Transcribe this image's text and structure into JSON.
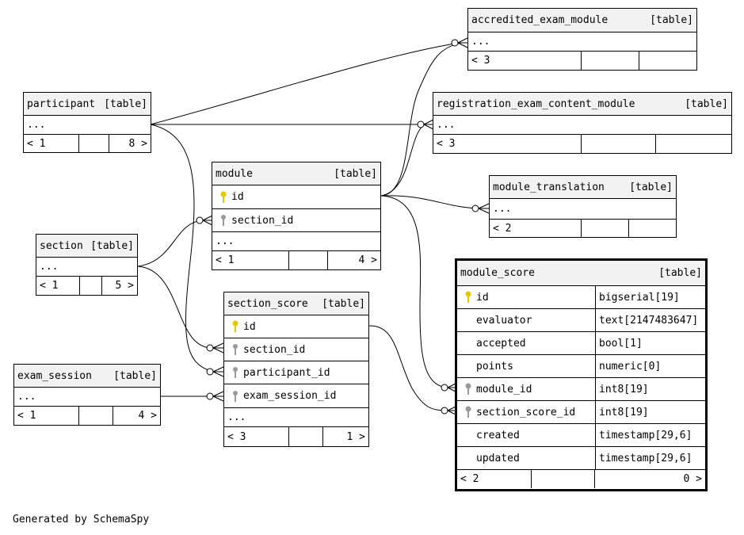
{
  "tables": {
    "accredited_exam_module": {
      "name": "accredited_exam_module",
      "tag": "[table]",
      "rows": [
        "..."
      ],
      "foot": [
        "< 3",
        "",
        ""
      ]
    },
    "participant": {
      "name": "participant",
      "tag": "[table]",
      "rows": [
        "..."
      ],
      "foot": [
        "< 1",
        "",
        "8 >"
      ]
    },
    "registration_exam_content_module": {
      "name": "registration_exam_content_module",
      "tag": "[table]",
      "rows": [
        "..."
      ],
      "foot": [
        "< 3",
        "",
        ""
      ]
    },
    "module": {
      "name": "module",
      "tag": "[table]",
      "cols": [
        "id",
        "section_id"
      ],
      "rows": [
        "..."
      ],
      "foot": [
        "< 1",
        "",
        "4 >"
      ]
    },
    "module_translation": {
      "name": "module_translation",
      "tag": "[table]",
      "rows": [
        "..."
      ],
      "foot": [
        "< 2",
        "",
        ""
      ]
    },
    "section": {
      "name": "section",
      "tag": "[table]",
      "rows": [
        "..."
      ],
      "foot": [
        "< 1",
        "",
        "5 >"
      ]
    },
    "section_score": {
      "name": "section_score",
      "tag": "[table]",
      "cols": [
        "id",
        "section_id",
        "participant_id",
        "exam_session_id"
      ],
      "rows": [
        "..."
      ],
      "foot": [
        "< 3",
        "",
        "1 >"
      ]
    },
    "exam_session": {
      "name": "exam_session",
      "tag": "[table]",
      "rows": [
        "..."
      ],
      "foot": [
        "< 1",
        "",
        "4 >"
      ]
    },
    "module_score": {
      "name": "module_score",
      "tag": "[table]",
      "cols": [
        {
          "name": "id",
          "type": "bigserial[19]"
        },
        {
          "name": "evaluator",
          "type": "text[2147483647]"
        },
        {
          "name": "accepted",
          "type": "bool[1]"
        },
        {
          "name": "points",
          "type": "numeric[0]"
        },
        {
          "name": "module_id",
          "type": "int8[19]"
        },
        {
          "name": "section_score_id",
          "type": "int8[19]"
        },
        {
          "name": "created",
          "type": "timestamp[29,6]"
        },
        {
          "name": "updated",
          "type": "timestamp[29,6]"
        }
      ],
      "foot": [
        "< 2",
        "",
        "0 >"
      ]
    }
  },
  "footer_note": "Generated by SchemaSpy",
  "colors": {
    "primary_key": "#e6c700",
    "foreign_key": "#9a9a9a",
    "header_bg": "#f2f2f2"
  }
}
